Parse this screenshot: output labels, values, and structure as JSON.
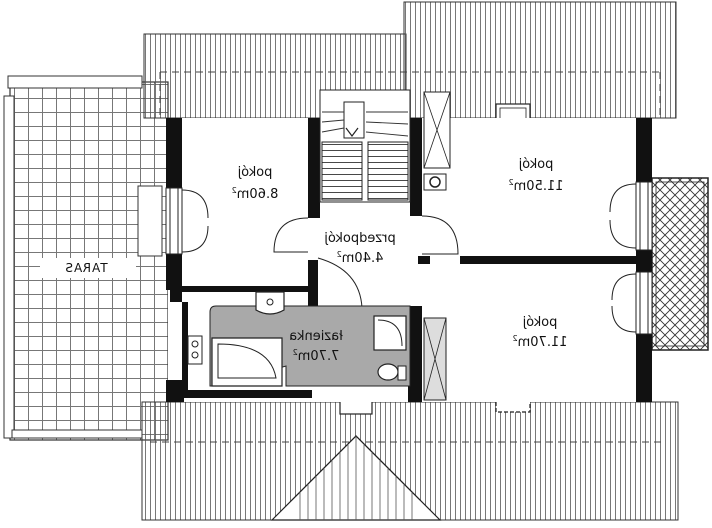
{
  "rooms": {
    "pokoj_left": {
      "label": "pokój",
      "area": "8.60m",
      "unit_sup": "2"
    },
    "pokoj_top": {
      "label": "pokój",
      "area": "11.50m",
      "unit_sup": "2"
    },
    "pokoj_bottom": {
      "label": "pokój",
      "area": "11.70m",
      "unit_sup": "2"
    },
    "przedpokoj": {
      "label": "przedpokój",
      "area": "4.40m",
      "unit_sup": "2"
    },
    "lazienka": {
      "label": "łazienka",
      "area": "7.70m",
      "unit_sup": "2"
    },
    "taras": {
      "label": "TARAS"
    }
  },
  "colors": {
    "wall": "#111111",
    "roof_line": "#555555",
    "bath_fill": "#a9a9a9",
    "tile_line": "#666666"
  }
}
